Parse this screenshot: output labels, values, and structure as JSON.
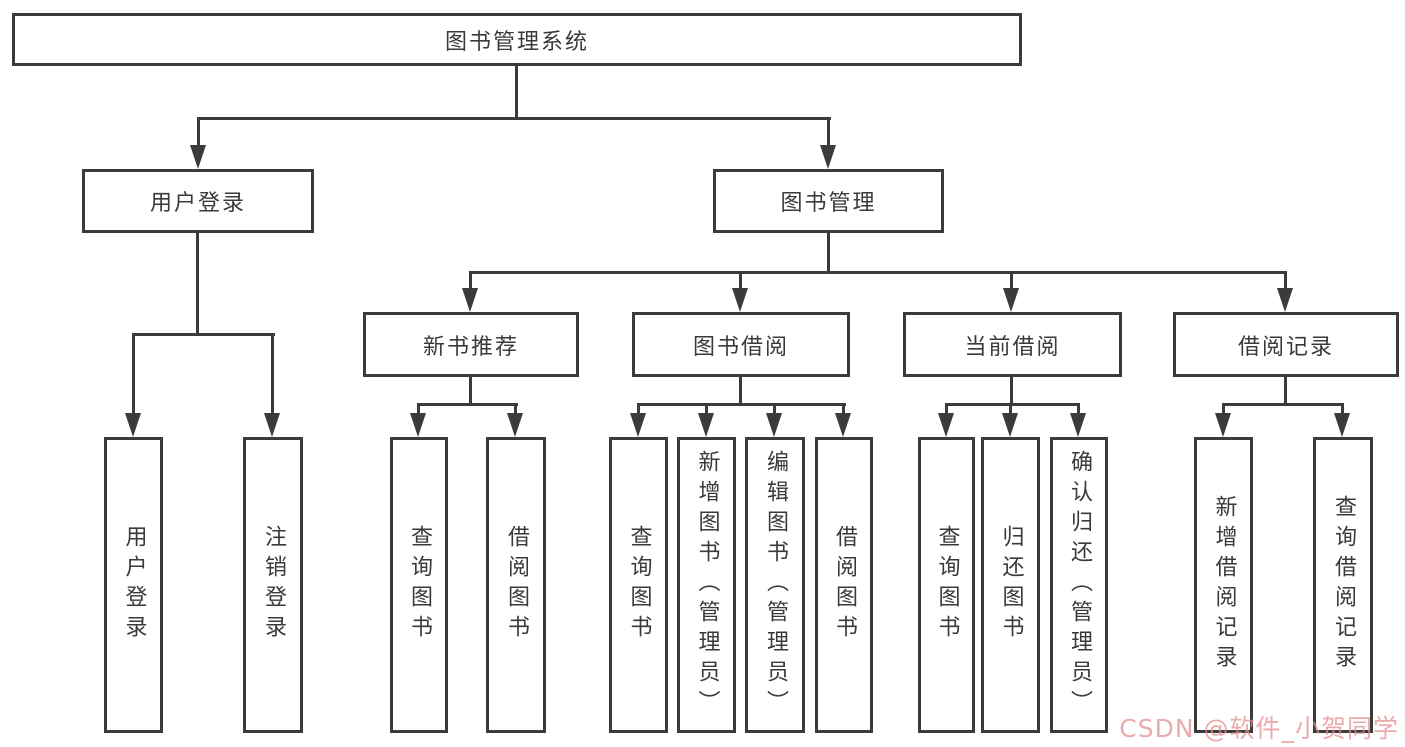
{
  "diagram": {
    "type": "hierarchy-tree",
    "colors": {
      "line": "#3b3b3b",
      "text": "#3a3a3a",
      "background": "#ffffff"
    },
    "tree": {
      "label": "图书管理系统",
      "children": [
        {
          "label": "用户登录",
          "children": [
            {
              "label": "用户登录"
            },
            {
              "label": "注销登录"
            }
          ]
        },
        {
          "label": "图书管理",
          "children": [
            {
              "label": "新书推荐",
              "children": [
                {
                  "label": "查询图书"
                },
                {
                  "label": "借阅图书"
                }
              ]
            },
            {
              "label": "图书借阅",
              "children": [
                {
                  "label": "查询图书"
                },
                {
                  "label": "新增图书（管理员）"
                },
                {
                  "label": "编辑图书（管理员）"
                },
                {
                  "label": "借阅图书"
                }
              ]
            },
            {
              "label": "当前借阅",
              "children": [
                {
                  "label": "查询图书"
                },
                {
                  "label": "归还图书"
                },
                {
                  "label": "确认归还（管理员）"
                }
              ]
            },
            {
              "label": "借阅记录",
              "children": [
                {
                  "label": "新增借阅记录"
                },
                {
                  "label": "查询借阅记录"
                }
              ]
            }
          ]
        }
      ]
    }
  },
  "watermark": {
    "text": "CSDN @软件_小贺同学",
    "color": "#e38f8f"
  }
}
